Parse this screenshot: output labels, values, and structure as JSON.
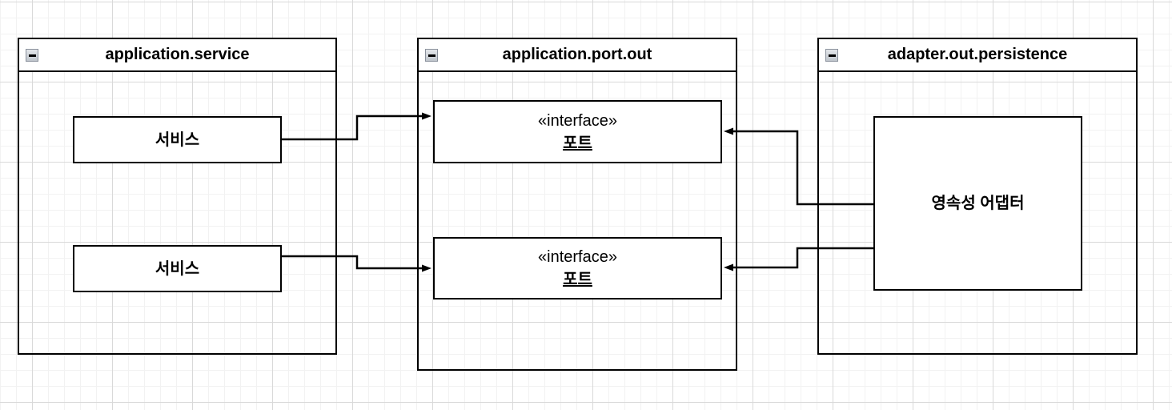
{
  "diagram": {
    "packages": [
      {
        "title": "application.service"
      },
      {
        "title": "application.port.out"
      },
      {
        "title": "adapter.out.persistence"
      }
    ],
    "nodes": {
      "service1": {
        "label": "서비스"
      },
      "service2": {
        "label": "서비스"
      },
      "port1": {
        "stereotype": "«interface»",
        "name": "포트"
      },
      "port2": {
        "stereotype": "«interface»",
        "name": "포트"
      },
      "adapter": {
        "label": "영속성 어댑터"
      }
    },
    "edges": [
      {
        "from": "service1",
        "to": "port1",
        "line": "solid",
        "arrow": "filled-triangle"
      },
      {
        "from": "service2",
        "to": "port2",
        "line": "solid",
        "arrow": "filled-triangle"
      },
      {
        "from": "adapter",
        "to": "port1",
        "line": "solid",
        "arrow": "filled-triangle"
      },
      {
        "from": "adapter",
        "to": "port2",
        "line": "solid",
        "arrow": "filled-triangle"
      }
    ],
    "colors": {
      "stroke": "#000000",
      "shape_fill": "#ffffff",
      "grid_minor": "#f2f2f2",
      "grid_major": "#d9d9d9",
      "collapse_button_fill": "#c9cfd6",
      "collapse_button_border": "#8a919c"
    }
  }
}
